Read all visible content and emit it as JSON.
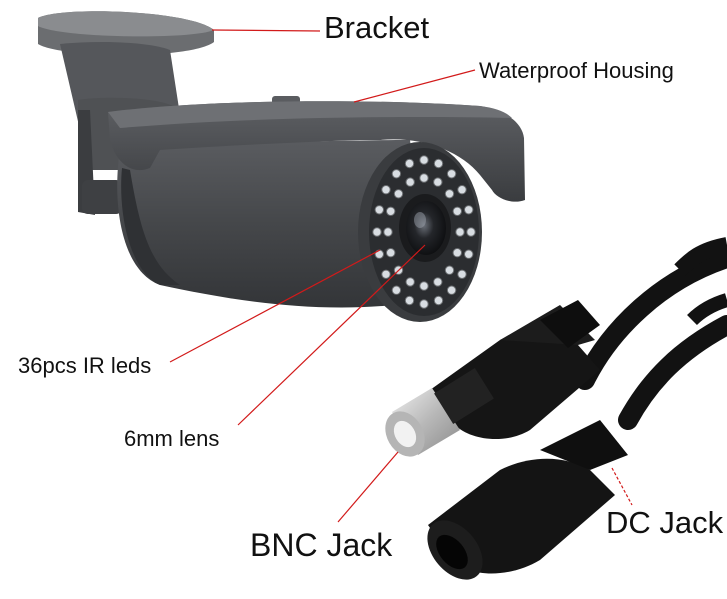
{
  "labels": {
    "bracket": "Bracket",
    "waterproof_housing": "Waterproof Housing",
    "ir_leds": "36pcs IR leds",
    "lens": "6mm lens",
    "bnc_jack": "BNC Jack",
    "dc_jack": "DC Jack"
  },
  "colors": {
    "leader_line": "#d21a1a",
    "camera_body": "#4a4c4f",
    "camera_dark": "#2e3033",
    "cable": "#121212",
    "bnc_metal": "#c8c8c8"
  }
}
